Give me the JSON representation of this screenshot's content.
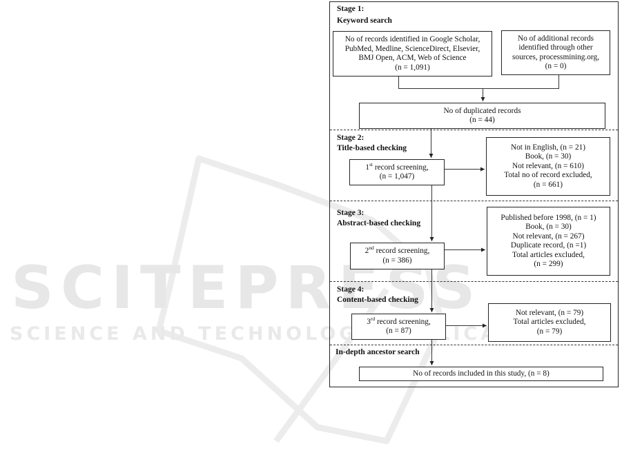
{
  "watermark": {
    "title": "SCITEPRESS",
    "subtitle": "SCIENCE AND TECHNOLOGY PUBLICATIONS",
    "color": "#e7e7e7"
  },
  "stages": [
    {
      "line1": "Stage 1:",
      "line2": "Keyword search"
    },
    {
      "line1": "Stage 2:",
      "line2": "Title-based checking"
    },
    {
      "line1": "Stage 3:",
      "line2": "Abstract-based checking"
    },
    {
      "line1": "Stage 4:",
      "line2": "Content-based checking"
    },
    {
      "line1": "In-depth ancestor search"
    }
  ],
  "boxes": {
    "databases": {
      "lines": [
        "No of records identified in Google Scholar,",
        "PubMed, Medline, ScienceDirect, Elsevier,",
        "BMJ Open, ACM, Web of Science",
        "(n = 1,091)"
      ]
    },
    "other_sources": {
      "lines": [
        "No of additional records",
        "identified through other",
        "sources, processmining.org,",
        "(n = 0)"
      ]
    },
    "duplicates": {
      "lines": [
        "No of duplicated records",
        "(n = 44)"
      ]
    },
    "screening1": {
      "ordinal": "1",
      "suffix": "st",
      "label": " record screening,",
      "count": "(n = 1,047)"
    },
    "excluded1": {
      "lines": [
        "Not in English, (n = 21)",
        "Book, (n = 30)",
        "Not relevant, (n = 610)",
        "Total no of record excluded,",
        "(n = 661)"
      ]
    },
    "screening2": {
      "ordinal": "2",
      "suffix": "nd",
      "label": " record screening,",
      "count": "(n = 386)"
    },
    "excluded2": {
      "lines": [
        "Published before 1998, (n = 1)",
        "Book, (n = 30)",
        "Not relevant, (n = 267)",
        "Duplicate record, (n =1)",
        "Total articles excluded,",
        "(n = 299)"
      ]
    },
    "screening3": {
      "ordinal": "3",
      "suffix": "rd",
      "label": " record screening,",
      "count": "(n = 87)"
    },
    "excluded3": {
      "lines": [
        "Not relevant, (n = 79)",
        "Total articles excluded,",
        "(n = 79)"
      ]
    },
    "included": {
      "lines": [
        "No of records included in this study, (n = 8)"
      ]
    }
  }
}
